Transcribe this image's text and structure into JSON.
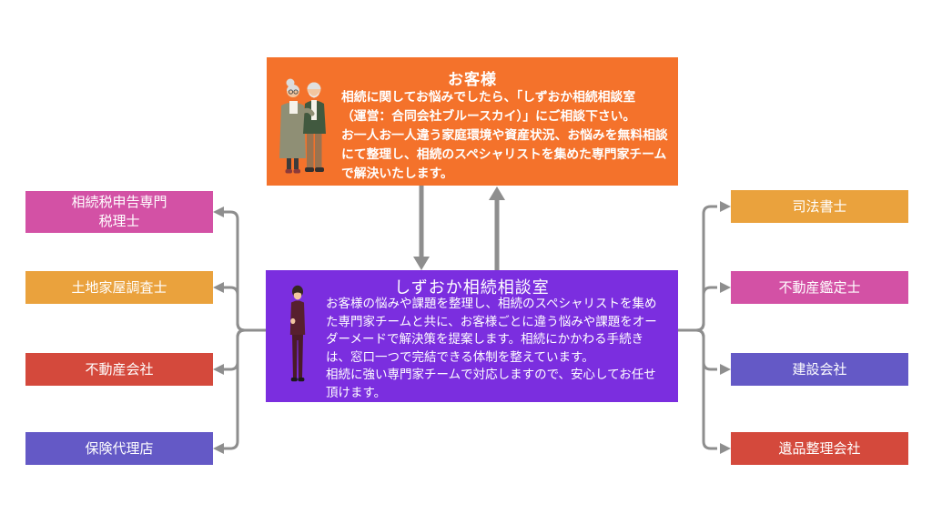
{
  "diagram": {
    "connector_color": "#8E8E8E",
    "customer": {
      "title": "お客様",
      "body": "相続に関してお悩みでしたら、「しずおか相続相談室\n（運営：合同会社ブルースカイ）」にご相談下さい。\nお一人お一人違う家庭環境や資産状況、お悩みを無料相談\nにて整理し、相続のスペシャリストを集めた専門家チーム\nで解決いたします。",
      "color": "#F4722B",
      "illustration": "elderly-couple"
    },
    "office": {
      "title": "しずおか相続相談室",
      "body": "お客様の悩みや課題を整理し、相続のスペシャリストを集め\nた専門家チームと共に、お客様ごとに違う悩みや課題をオー\nダーメードで解決策を提案します。相続にかかわる手続き\nは、窓口一つで完結できる体制を整えています。\n相続に強い専門家チームで対応しますので、安心してお任せ\n頂けます。",
      "color": "#7B2EDF",
      "illustration": "consultant-man"
    },
    "left_partners": [
      {
        "label": "相続税申告専門\n税理士",
        "color": "#D351A5"
      },
      {
        "label": "土地家屋調査士",
        "color": "#EAA23D"
      },
      {
        "label": "不動産会社",
        "color": "#D4493C"
      },
      {
        "label": "保険代理店",
        "color": "#6459C6"
      }
    ],
    "right_partners": [
      {
        "label": "司法書士",
        "color": "#EAA23D"
      },
      {
        "label": "不動産鑑定士",
        "color": "#D351A5"
      },
      {
        "label": "建設会社",
        "color": "#6459C6"
      },
      {
        "label": "遺品整理会社",
        "color": "#D4493C"
      }
    ]
  }
}
